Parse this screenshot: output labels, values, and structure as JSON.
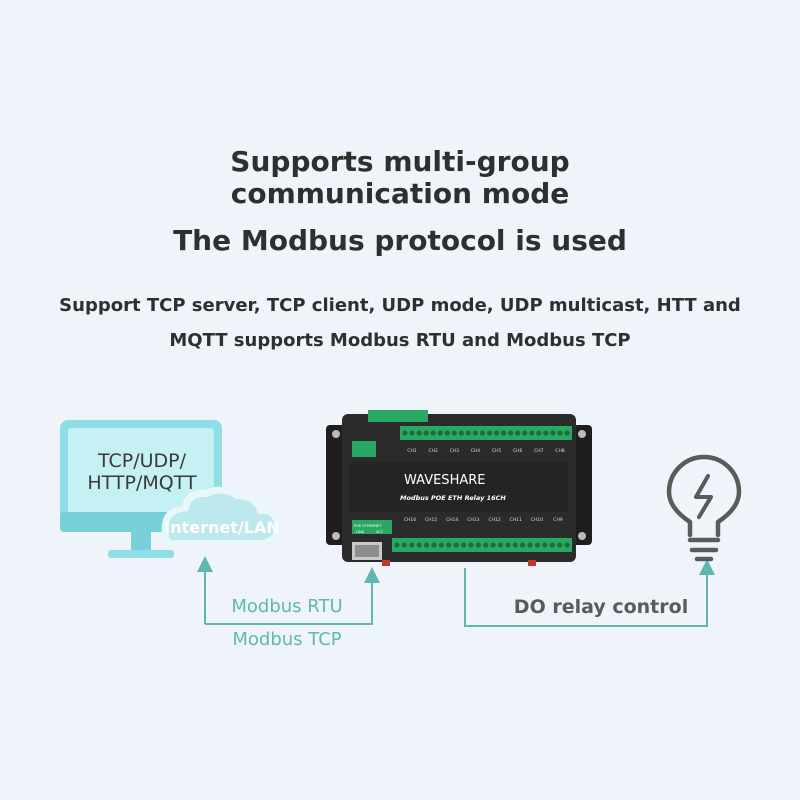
{
  "headline": {
    "line1": "Supports multi-group",
    "line2": "communication mode",
    "line3": "The Modbus protocol is used"
  },
  "description": {
    "line1": "Support TCP server, TCP client, UDP mode, UDP multicast, HTT and",
    "line2": "MQTT supports Modbus RTU and Modbus TCP"
  },
  "computer": {
    "screen_line1": "TCP/UDP/",
    "screen_line2": "HTTP/MQTT",
    "cloud_label": "Internet/LAN"
  },
  "device": {
    "brand": "WAVESHARE",
    "model": "Modbus POE ETH Relay 16CH",
    "top_channels": [
      "CH1",
      "CH2",
      "CH3",
      "CH4",
      "CH5",
      "CH6",
      "CH7",
      "CH8"
    ],
    "bottom_channels": [
      "CH16",
      "CH15",
      "CH14",
      "CH13",
      "CH12",
      "CH11",
      "CH10",
      "CH9"
    ],
    "port_label": "POE ETHERNET",
    "led1": "LINK",
    "led2": "ACT"
  },
  "links": {
    "modbus_rtu": "Modbus RTU",
    "modbus_tcp": "Modbus TCP",
    "do_relay": "DO relay control"
  },
  "colors": {
    "accent": "#5fb8b0",
    "screen": "#a9e6ec",
    "screen_dark": "#73cfd9",
    "device_body": "#2b2b2b",
    "terminal": "#2aa861",
    "text": "#2f2f2f"
  }
}
